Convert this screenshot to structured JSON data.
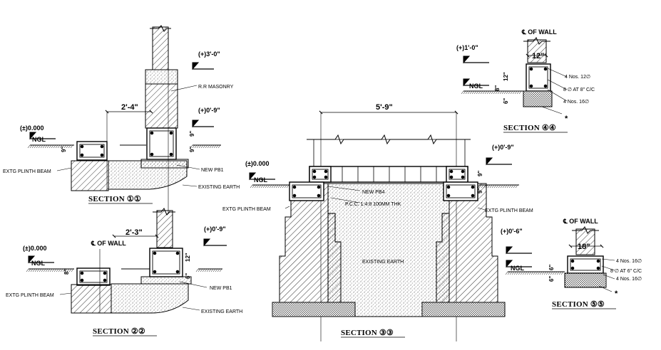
{
  "section11": {
    "title": "SECTION ①①",
    "level_top": "(+)3'-0\"",
    "level_plinth": "(+)0'-9\"",
    "level_ngl_value": "(±)0.000",
    "ngl": "NGL",
    "width_dim": "2'-4\"",
    "label_masonry": "R.R MASONRY",
    "label_new_beam": "NEW PB1",
    "label_existing_earth": "EXISTING EARTH",
    "label_extg_beam": "EXTG PLINTH BEAM",
    "dim_9_a": "9\"",
    "dim_9_b": "9\"",
    "dim_9_c": "9\""
  },
  "section22": {
    "title": "SECTION ②②",
    "level_plinth": "(+)0'-9\"",
    "level_ngl_value": "(±)0.000",
    "ngl": "NGL",
    "wall_label": "℄ OF WALL",
    "width_dim": "2'-3\"",
    "label_new_beam": "NEW PB1",
    "label_existing_earth": "EXISTING EARTH",
    "label_extg_beam": "EXTG PLINTH BEAM",
    "dim_12": "12\"",
    "dim_6": "6\"",
    "dim_8": "8\""
  },
  "section33": {
    "title": "SECTION ③③",
    "span_dim": "5'-9\"",
    "level_plinth": "(+)0'-9\"",
    "level_ngl_value": "(±)0.000",
    "ngl": "NGL",
    "label_new_beam": "NEW PB4",
    "label_pcc": "P.C.C. 1:4:8 100MM THK",
    "label_extg_beam_left": "EXTG PLINTH BEAM",
    "label_extg_beam_right": "EXTG PLINTH BEAM",
    "label_existing_earth": "EXISTING EARTH",
    "dim_9_a": "9\"",
    "dim_9_b": "9\""
  },
  "section44": {
    "title": "SECTION ④④",
    "wall_label": "℄ OF WALL",
    "level_top": "(+)1'-0\"",
    "ngl": "NGL",
    "width_dim": "12\"",
    "dim_12": "12\"",
    "dim_8": "8\"",
    "dim_6": "6\"",
    "rebar_top": "4 Nos. 12∅",
    "rebar_stirrup": "8 ∅ AT 8\" C/C",
    "rebar_bottom": "4 Nos. 16∅",
    "asterisk": "*"
  },
  "section55": {
    "title": "SECTION ⑤⑤",
    "wall_label": "℄ OF WALL",
    "level_top": "(+)0'-6\"",
    "ngl": "NGL",
    "width_dim": "18\"",
    "dim_6_a": "6\"",
    "dim_6_b": "6\"",
    "rebar_top": "4 Nos. 16∅",
    "rebar_stirrup": "8 ∅ AT 6\" C/C",
    "rebar_bottom": "4 Nos. 16∅",
    "asterisk": "*"
  },
  "colors": {
    "line": "#000000",
    "background": "#ffffff"
  }
}
